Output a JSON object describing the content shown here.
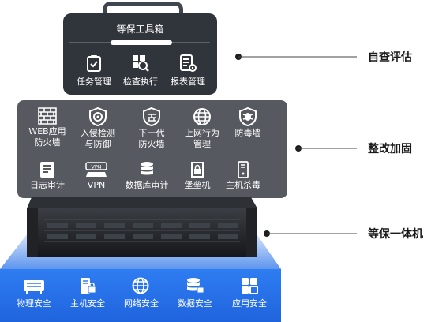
{
  "toolbox": {
    "title": "等保工具箱",
    "tools": [
      {
        "label": "任务管理",
        "icon": "clipboard-check-icon"
      },
      {
        "label": "检查执行",
        "icon": "magnifier-grid-icon"
      },
      {
        "label": "报表管理",
        "icon": "report-gear-icon"
      }
    ]
  },
  "panel": {
    "row1": [
      {
        "line1": "WEB应用",
        "line2": "防火墙",
        "icon": "brick-wall-icon"
      },
      {
        "line1": "入侵检测",
        "line2": "与防御",
        "icon": "shield-swirl-icon"
      },
      {
        "line1": "下一代",
        "line2": "防火墙",
        "icon": "shield-wall-icon"
      },
      {
        "line1": "上网行为",
        "line2": "管理",
        "icon": "globe-icon"
      },
      {
        "line1": "防毒墙",
        "line2": "",
        "icon": "shield-virus-icon"
      }
    ],
    "row2": [
      {
        "label": "日志审计",
        "icon": "log-document-icon"
      },
      {
        "label": "VPN",
        "icon": "vpn-router-icon"
      },
      {
        "label": "数据库审计",
        "icon": "database-icon"
      },
      {
        "label": "堡垒机",
        "icon": "bastion-lock-icon"
      },
      {
        "label": "主机杀毒",
        "icon": "server-tower-icon"
      }
    ]
  },
  "base": [
    {
      "label": "物理安全",
      "icon": "datacenter-icon"
    },
    {
      "label": "主机安全",
      "icon": "host-lock-icon"
    },
    {
      "label": "网络安全",
      "icon": "network-globe-icon"
    },
    {
      "label": "数据安全",
      "icon": "data-lock-icon"
    },
    {
      "label": "应用安全",
      "icon": "app-grid-icon"
    }
  ],
  "callouts": {
    "assessment": "自查评估",
    "rectification": "整改加固",
    "appliance": "等保一体机"
  },
  "colors": {
    "toolbox": "#30343b",
    "panel": "#56595f",
    "platform": "#2f7df2",
    "text_dark": "#1a1a1a"
  }
}
